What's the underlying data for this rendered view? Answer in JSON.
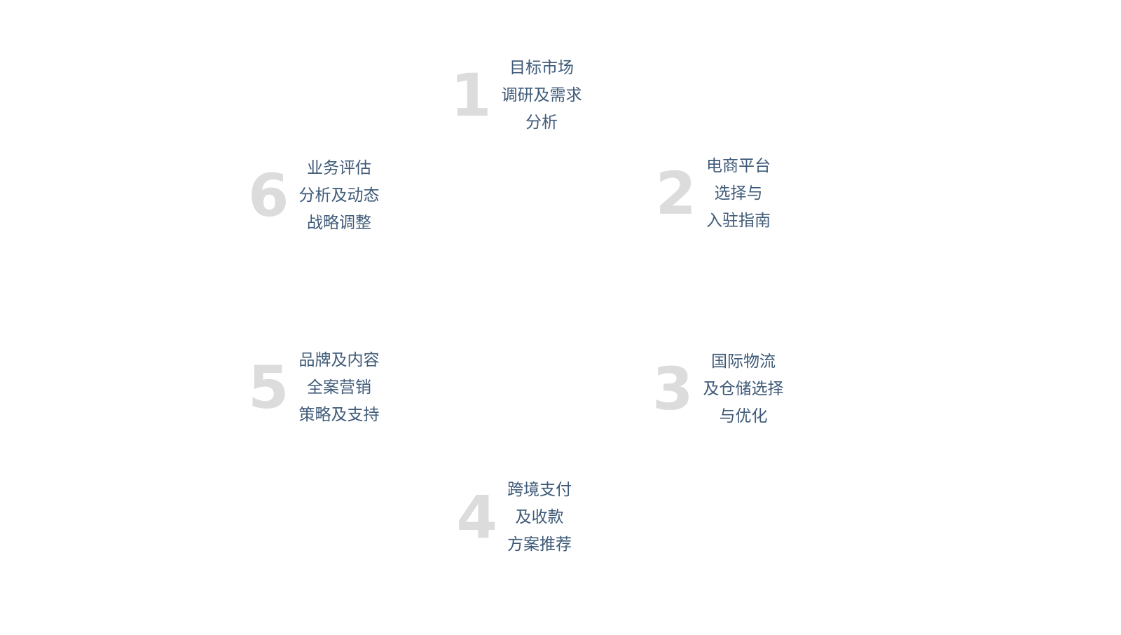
{
  "steps": [
    {
      "number": "1",
      "lines": [
        "目标市场",
        "调研及需求",
        "分析"
      ]
    },
    {
      "number": "2",
      "lines": [
        "电商平台",
        "选择与",
        "入驻指南"
      ]
    },
    {
      "number": "3",
      "lines": [
        "国际物流",
        "及仓储选择",
        "与优化"
      ]
    },
    {
      "number": "4",
      "lines": [
        "跨境支付",
        "及收款",
        "方案推荐"
      ]
    },
    {
      "number": "5",
      "lines": [
        "品牌及内容",
        "全案营销",
        "策略及支持"
      ]
    },
    {
      "number": "6",
      "lines": [
        "业务评估",
        "分析及动态",
        "战略调整"
      ]
    }
  ],
  "colors": {
    "text": "#3f5a78",
    "number": "#dcdcdc"
  }
}
